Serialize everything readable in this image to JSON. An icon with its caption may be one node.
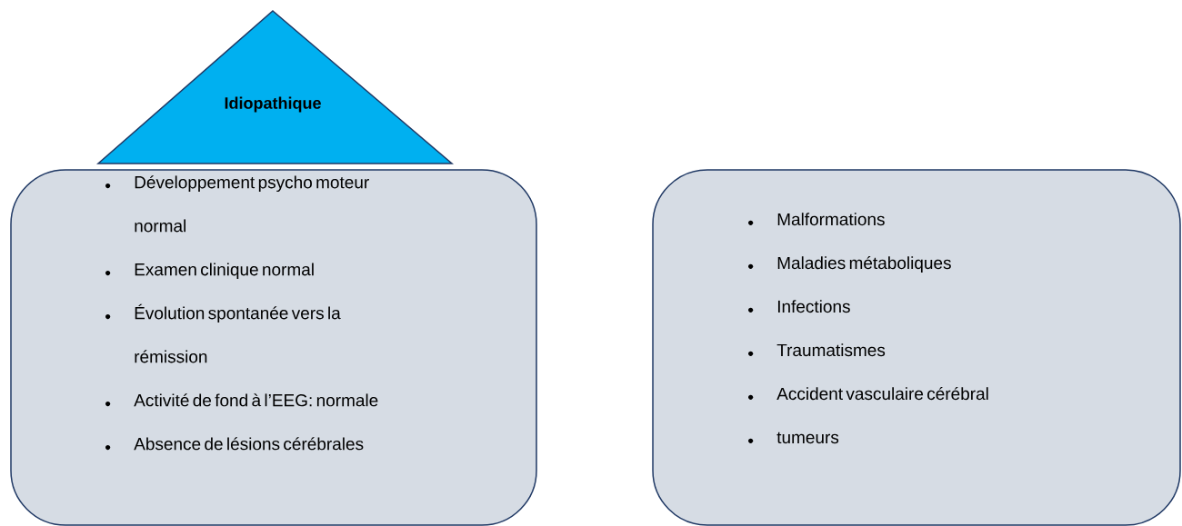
{
  "diagram": {
    "nodes": [
      {
        "text": [
          "Idiopathique"
        ]
      },
      {
        "text": [
          "Développement psycho moteur normal",
          "Examen clinique normal",
          "Évolution spontanée vers la rémission",
          "Activité de fond à l’EEG: normale",
          "Absence de lésions cérébrales"
        ]
      },
      {
        "text": [
          "Malformations",
          "Maladies métaboliques",
          "Infections",
          "Traumatismes",
          "Accident vasculaire cérébral",
          "tumeurs"
        ]
      }
    ]
  }
}
